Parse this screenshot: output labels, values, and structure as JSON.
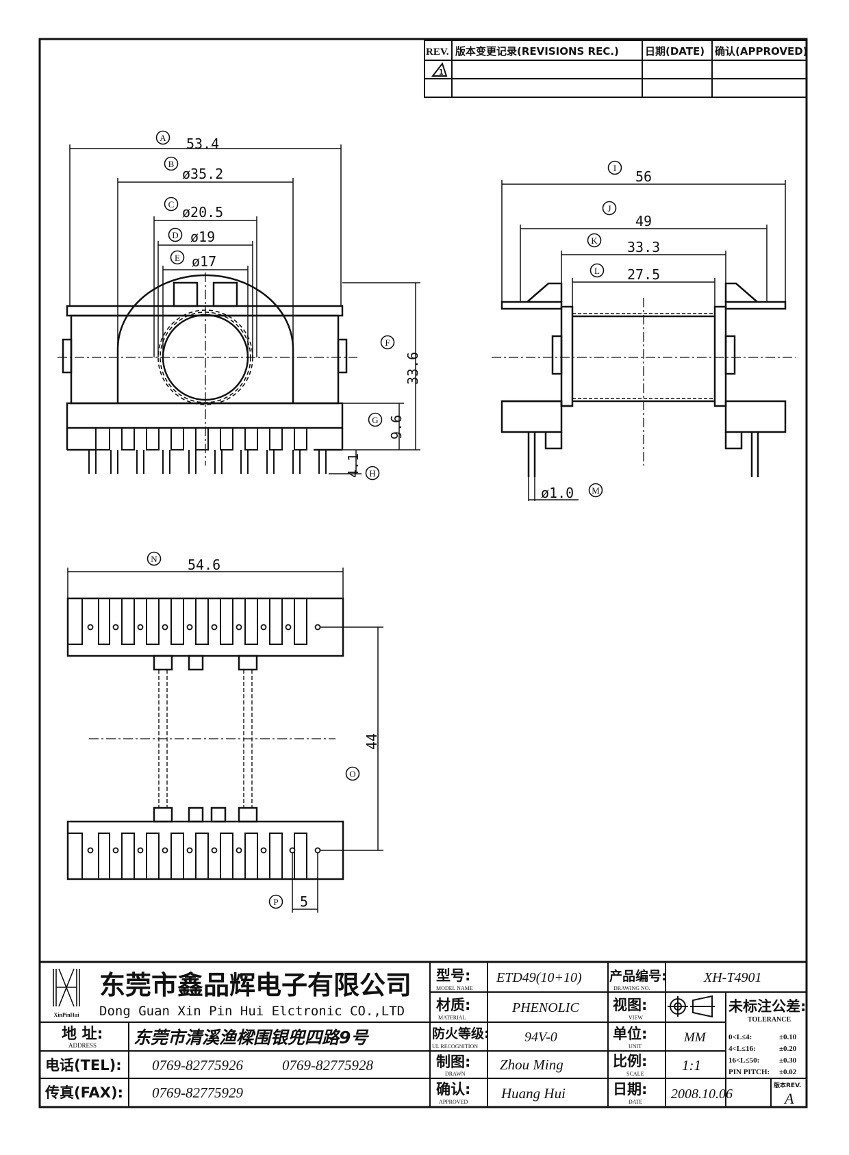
{
  "revision_block": {
    "rev_label": "REV.",
    "record_label": "版本变更记录(REVISIONS REC.)",
    "date_label": "日期(DATE)",
    "approved_label": "确认(APPROVED)",
    "rev1": "1"
  },
  "dimensions": {
    "A": {
      "tag": "A",
      "value": "53.4"
    },
    "B": {
      "tag": "B",
      "value": "ø35.2"
    },
    "C": {
      "tag": "C",
      "value": "ø20.5"
    },
    "D": {
      "tag": "D",
      "value": "ø19"
    },
    "E": {
      "tag": "E",
      "value": "ø17"
    },
    "F": {
      "tag": "F",
      "value": "33.6"
    },
    "G": {
      "tag": "G",
      "value": "9.6"
    },
    "H": {
      "tag": "H",
      "value": "4.1"
    },
    "I": {
      "tag": "I",
      "value": "56"
    },
    "J": {
      "tag": "J",
      "value": "49"
    },
    "K": {
      "tag": "K",
      "value": "33.3"
    },
    "L": {
      "tag": "L",
      "value": "27.5"
    },
    "M": {
      "tag": "M",
      "value": "ø1.0"
    },
    "N": {
      "tag": "N",
      "value": "54.6"
    },
    "O": {
      "tag": "O",
      "value": "44"
    },
    "P": {
      "tag": "P",
      "value": "5"
    }
  },
  "title_block": {
    "company_cn": "东莞市鑫品辉电子有限公司",
    "company_en": "Dong Guan Xin Pin Hui Elctronic CO.,LTD",
    "logo_text": "XinPinHui",
    "address_label": "地 址:",
    "address_label_en": "ADDRESS",
    "address": "东莞市清溪渔樑围银兜四路9号",
    "tel_label": "电话(TEL):",
    "tel1": "0769-82775926",
    "tel2": "0769-82775928",
    "fax_label": "传真(FAX):",
    "fax": "0769-82775929",
    "model_label": "型号:",
    "model_label_en": "MODEL NAME",
    "model": "ETD49(10+10)",
    "material_label": "材质:",
    "material_label_en": "MATERIAL",
    "material": "PHENOLIC",
    "flame_label": "防火等级:",
    "flame_label_en": "UL RECOGNITION",
    "flame": "94V-0",
    "drawn_label": "制图:",
    "drawn_label_en": "DRAWN",
    "drawn": "Zhou Ming",
    "approved_label": "确认:",
    "approved_label_en": "APPROVED",
    "approved": "Huang Hui",
    "drawing_no_label": "产品编号:",
    "drawing_no_label_en": "DRAWING NO.",
    "drawing_no": "XH-T4901",
    "view_label": "视图:",
    "view_label_en": "VIEW",
    "unit_label": "单位:",
    "unit_label_en": "UNIT",
    "unit": "MM",
    "scale_label": "比例:",
    "scale_label_en": "SCALE",
    "scale": "1:1",
    "date_label": "日期:",
    "date_label_en": "DATE",
    "date": "2008.10.06",
    "tolerance_label": "未标注公差:",
    "tolerance_label_en": "TOLERANCE",
    "tolerances": [
      {
        "range": "0<L≤4:",
        "value": "±0.10"
      },
      {
        "range": "4<L≤16:",
        "value": "±0.20"
      },
      {
        "range": "16<L≤50:",
        "value": "±0.30"
      },
      {
        "range": "PIN PITCH:",
        "value": "±0.02"
      }
    ],
    "rev_label": "版本REV.",
    "rev": "A"
  }
}
